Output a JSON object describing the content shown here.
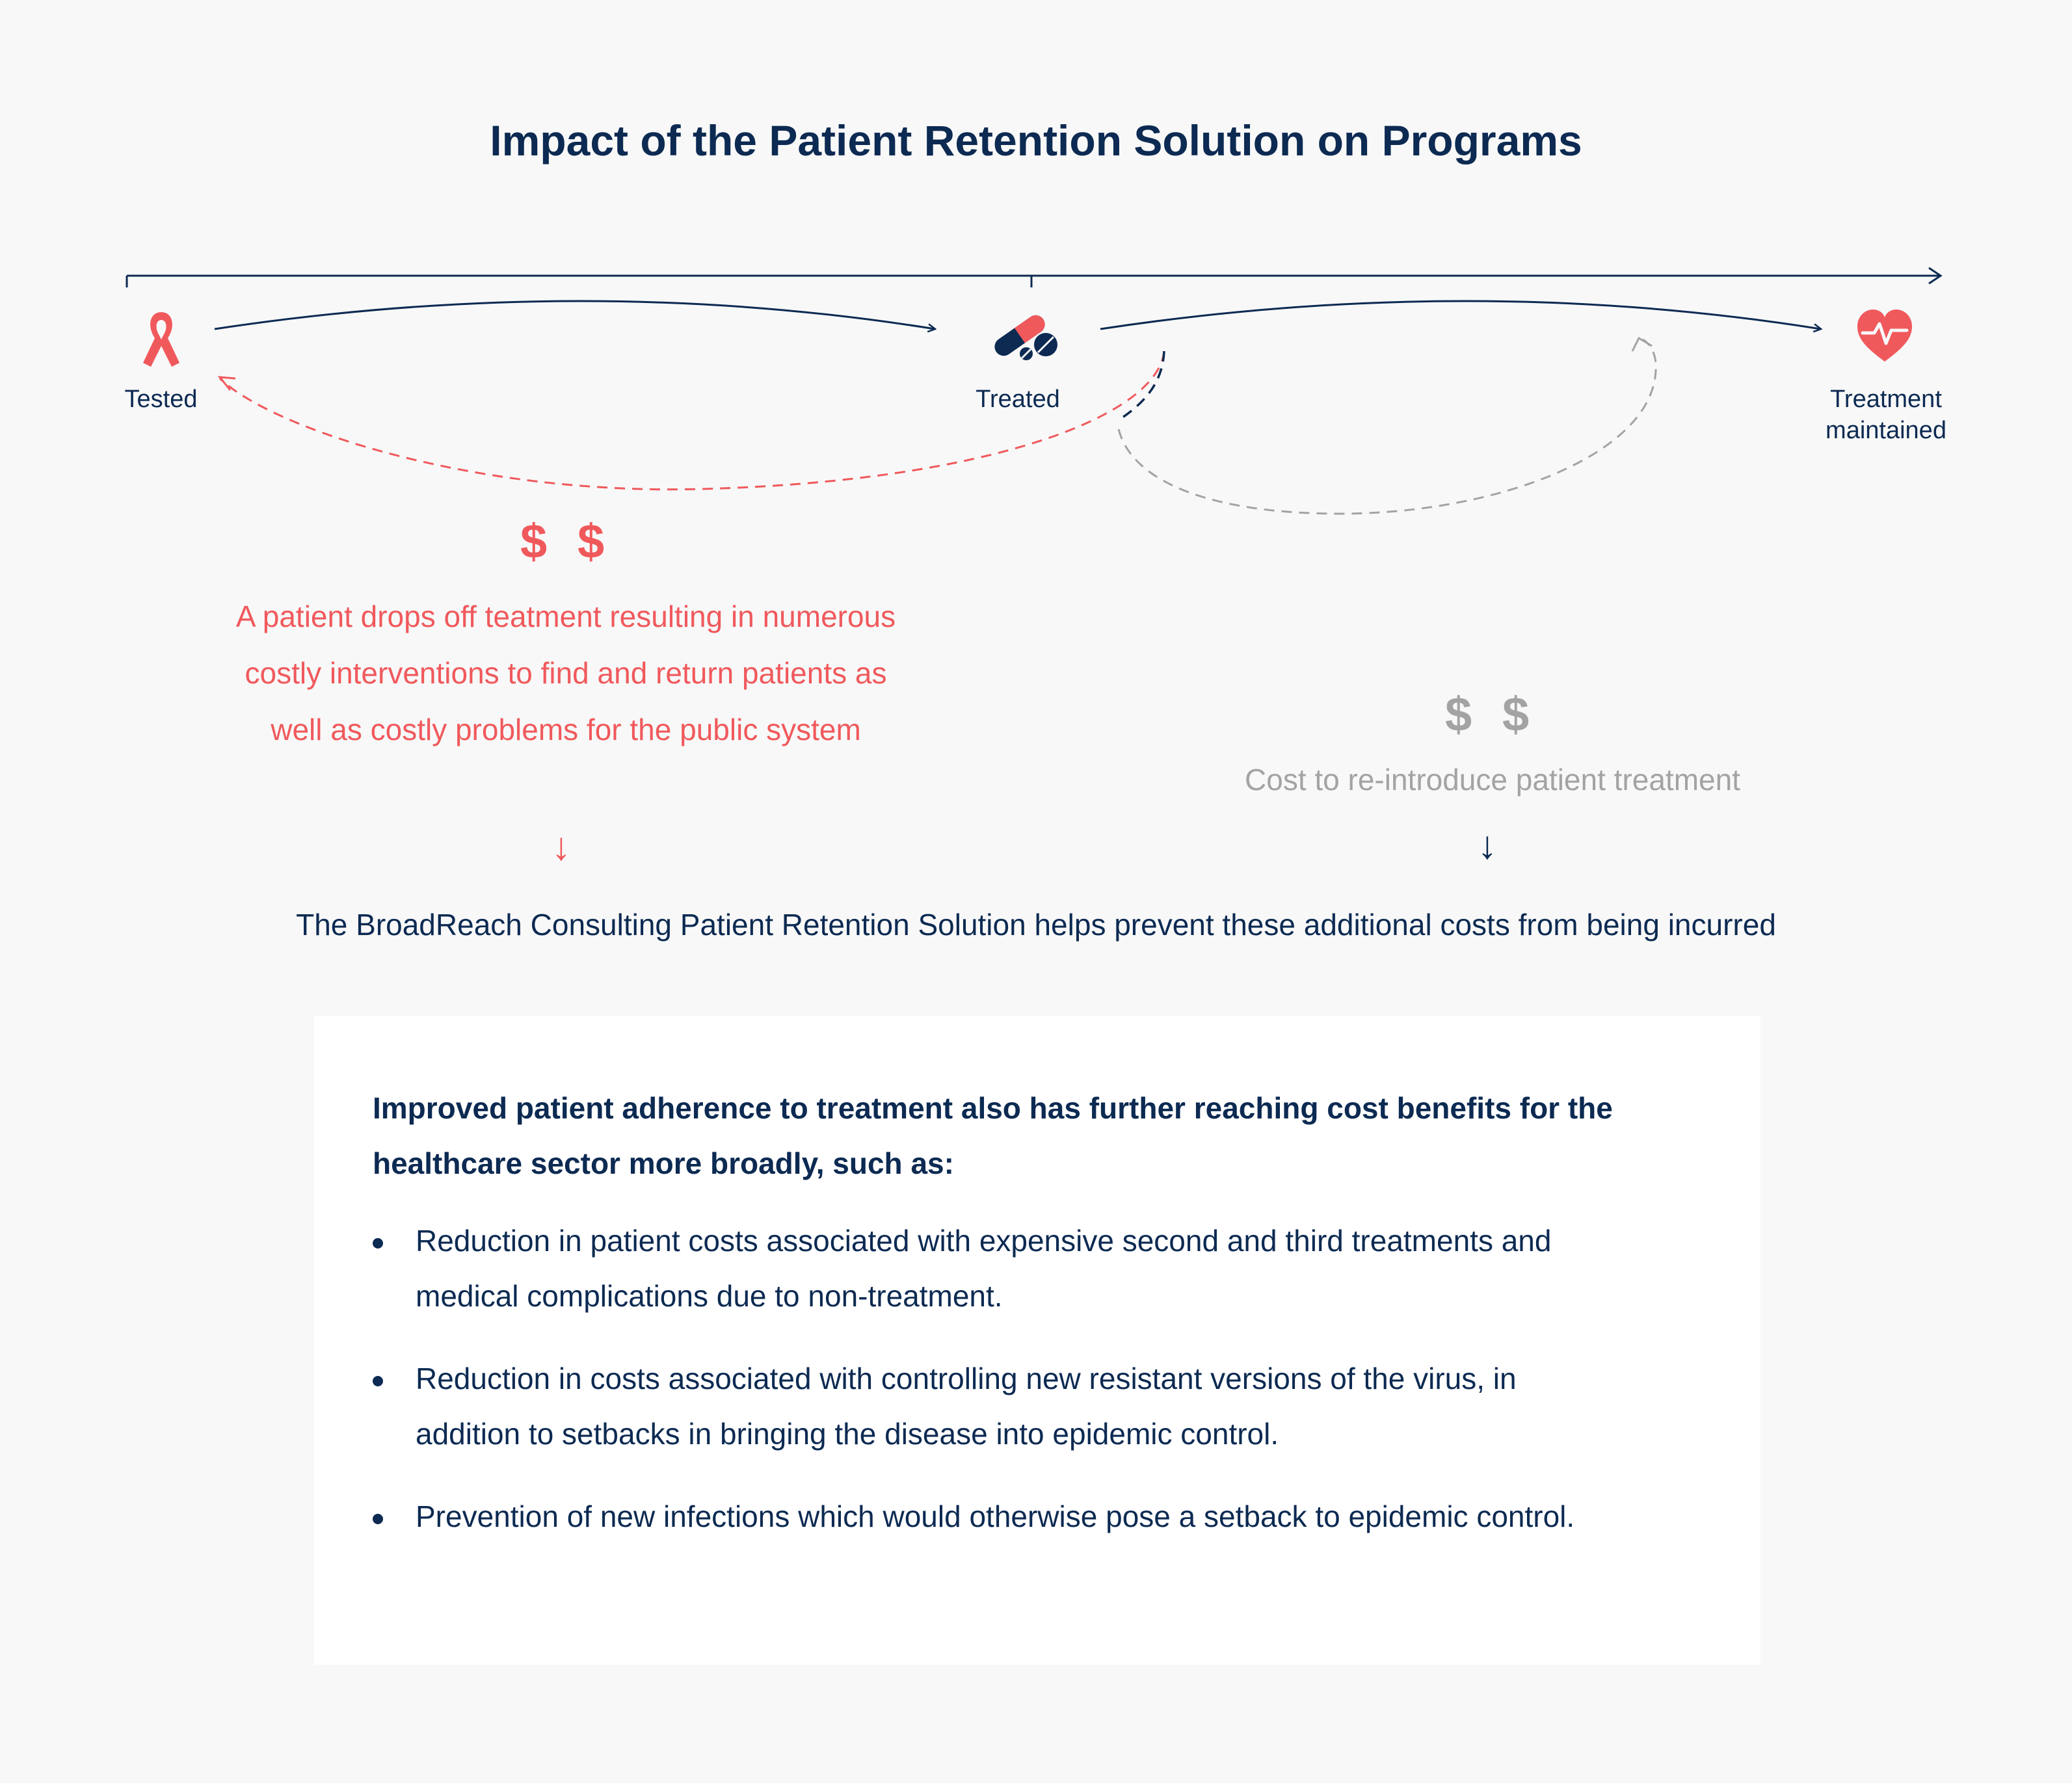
{
  "title": "Impact of the Patient Retention Solution on Programs",
  "colors": {
    "navy": "#0c2a52",
    "red": "#f0595c",
    "grey": "#a3a3a3",
    "background": "#f8f8f8",
    "card": "#ffffff"
  },
  "stages": [
    {
      "label": "Tested",
      "icon": "ribbon-icon"
    },
    {
      "label": "Treated",
      "icon": "pills-icon"
    },
    {
      "label": "Treatment\nmaintained",
      "icon": "heartbeat-icon"
    }
  ],
  "dropoff": {
    "dollars": [
      "$",
      "$"
    ],
    "text": "A patient drops off teatment resulting in numerous costly interventions to find and return patients as well as costly problems for the public system",
    "arrow": "↓"
  },
  "reintroduce": {
    "dollars": [
      "$",
      "$"
    ],
    "text": "Cost to re-introduce patient treatment",
    "arrow": "↓"
  },
  "solution_text": "The BroadReach Consulting Patient Retention Solution helps prevent these additional costs from being incurred",
  "benefits": {
    "lead": "Improved patient adherence to treatment also has further reaching cost benefits for the healthcare sector more broadly, such as:",
    "items": [
      "Reduction in patient costs associated with expensive second and third treatments and medical complications due to non-treatment.",
      "Reduction in costs associated with controlling new resistant versions of the virus, in addition to setbacks in bringing the disease into epidemic control.",
      "Prevention of new infections which would otherwise pose a setback to epidemic control."
    ]
  }
}
